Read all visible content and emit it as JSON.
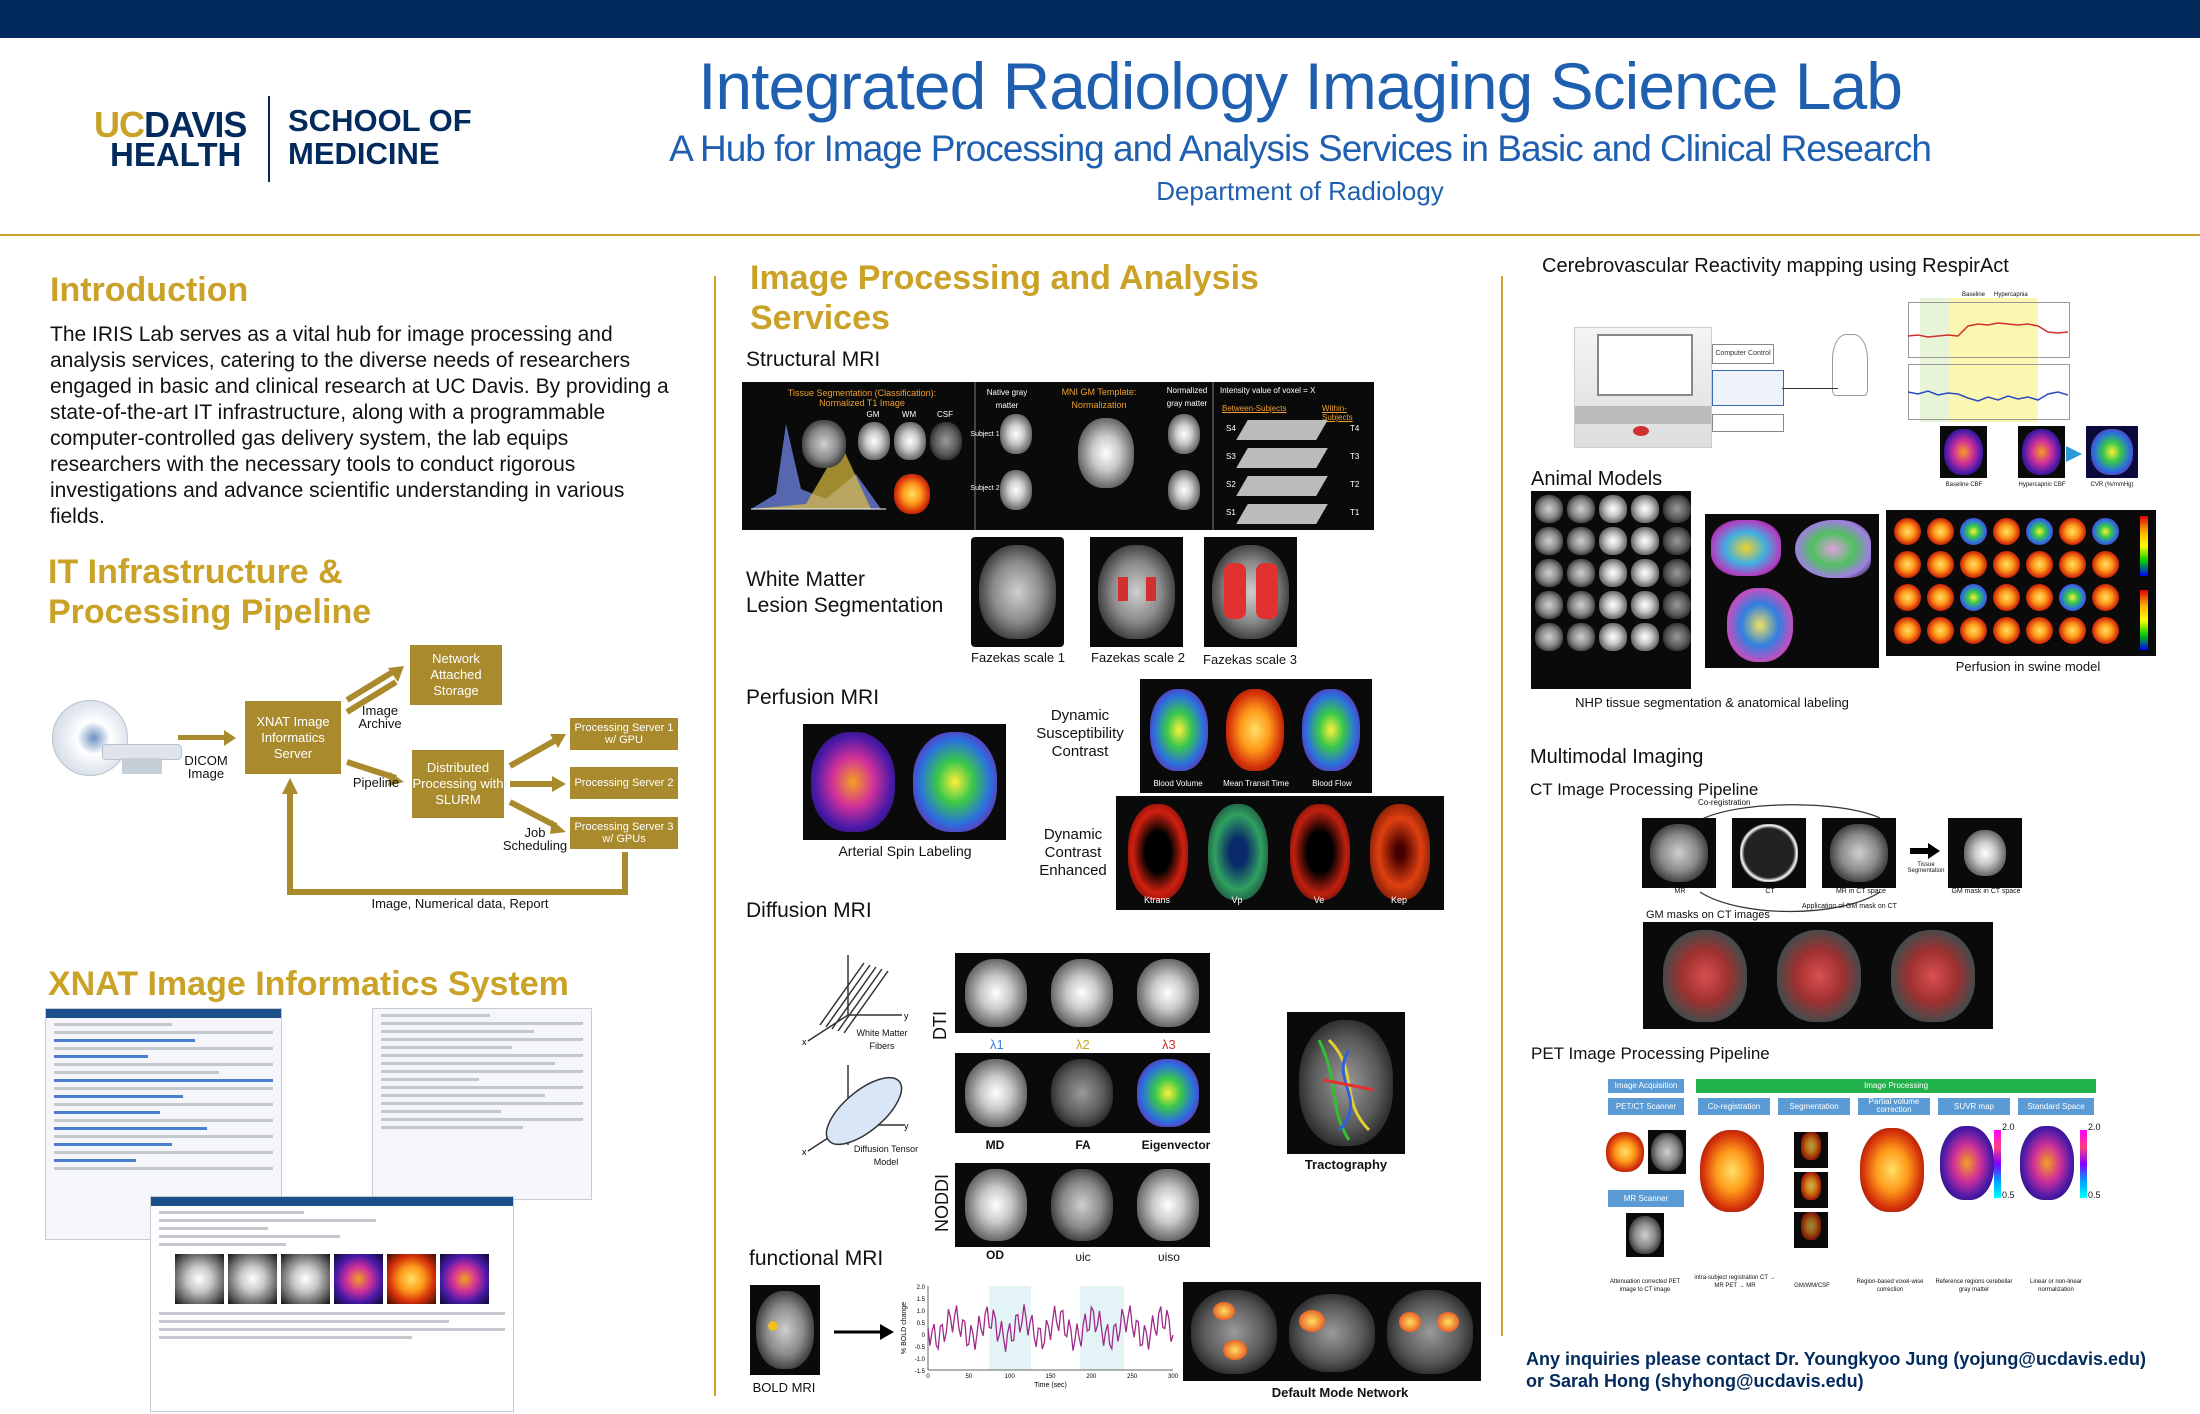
{
  "header": {
    "title": "Integrated Radiology Imaging Science Lab",
    "subtitle": "A Hub for Image Processing and Analysis Services in Basic and Clinical Research",
    "department": "Department of Radiology",
    "logo_uc": "UC",
    "logo_davis": "DAVIS",
    "logo_health": "HEALTH",
    "logo_school_1": "SCHOOL OF",
    "logo_school_2": "MEDICINE"
  },
  "intro": {
    "heading": "Introduction",
    "body": "The IRIS Lab serves as a vital hub for image processing and analysis services, catering to the diverse needs of researchers engaged in basic and clinical research at UC Davis. By providing a state-of-the-art IT infrastructure, along with a programmable computer-controlled gas delivery system, the lab equips researchers with the necessary tools to conduct rigorous investigations and advance scientific understanding in various fields."
  },
  "it": {
    "heading_1": "IT Infrastructure &",
    "heading_2": "Processing Pipeline",
    "dicom": "DICOM Image",
    "xnat": "XNAT Image Informatics Server",
    "nas": "Network Attached Storage",
    "image_archive": "Image Archive",
    "pipeline": "Pipeline",
    "slurm": "Distributed Processing with SLURM",
    "server1": "Processing Server 1 w/ GPU",
    "server2": "Processing Server 2",
    "server3": "Processing Server 3 w/ GPUs",
    "job_scheduling": "Job Scheduling",
    "return": "Image, Numerical data, Report"
  },
  "xnat": {
    "heading": "XNAT Image Informatics System"
  },
  "services": {
    "heading_1": "Image Processing and Analysis",
    "heading_2": "Services",
    "structural": {
      "label": "Structural MRI",
      "tissue_title": "Tissue Segmentation (Classification): Normalized T1 Image",
      "native_gm": "Native gray matter",
      "template": "MNI GM Template: Normalization",
      "norm_gm": "Normalized gray matter",
      "intensity": "Intensity value of voxel = X",
      "between": "Between-Subjects",
      "within": "Within-Subjects",
      "subject1": "Subject 1",
      "subject2": "Subject 2",
      "tissues": [
        "GM",
        "WM",
        "CSF"
      ],
      "s_labels": [
        "S4",
        "S3",
        "S2",
        "S1"
      ],
      "t_labels": [
        "T4",
        "T3",
        "T2",
        "T1"
      ]
    },
    "wm": {
      "label_1": "White Matter",
      "label_2": "Lesion Segmentation",
      "scales": [
        "Fazekas scale 1",
        "Fazekas scale 2",
        "Fazekas scale 3"
      ]
    },
    "perfusion": {
      "label": "Perfusion MRI",
      "asl": "Arterial Spin Labeling",
      "dsc": "Dynamic Susceptibility Contrast",
      "dce": "Dynamic Contrast Enhanced",
      "dsc_maps": [
        "Blood Volume",
        "Mean Transit Time",
        "Blood Flow"
      ],
      "dce_maps": [
        "Ktrans",
        "Vp",
        "Ve",
        "Kep"
      ]
    },
    "diffusion": {
      "label": "Diffusion MRI",
      "fibers": "White Matter Fibers",
      "tensor": "Diffusion Tensor Model",
      "dti": "DTI",
      "noddi": "NODDI",
      "lambdas": [
        "λ1",
        "λ2",
        "λ3"
      ],
      "dti_maps": [
        "MD",
        "FA",
        "Eigenvector"
      ],
      "noddi_maps": [
        "OD",
        "υic",
        "υiso"
      ],
      "tractography": "Tractography"
    },
    "fmri": {
      "label": "functional MRI",
      "bold": "BOLD MRI",
      "dmn": "Default Mode Network",
      "ylabel": "% BOLD change",
      "xlabel": "Time (sec)",
      "xticks": [
        "0",
        "50",
        "100",
        "150",
        "200",
        "250",
        "300"
      ],
      "yticks": [
        "2.0",
        "1.5",
        "1.0",
        "0.5",
        "0",
        "-0.5",
        "-1.0",
        "-1.5"
      ]
    }
  },
  "right": {
    "cvr": "Cerebrovascular Reactivity mapping using RespirAct",
    "cvr_baseline": "Baseline",
    "cvr_hyper": "Hypercapnia",
    "cvr_maps": [
      "Baseline CBF",
      "Hypercapnic CBF",
      "CVR (%/mmHg)"
    ],
    "computer": "Computer Control",
    "animal": "Animal Models",
    "nhp": "NHP tissue segmentation & anatomical labeling",
    "swine": "Perfusion in swine model",
    "multimodal": "Multimodal Imaging",
    "ct_pipeline": "CT Image Processing Pipeline",
    "coreg": "Co-registration",
    "ct_labels": [
      "MR",
      "CT",
      "MR in CT space",
      "GM mask in CT space"
    ],
    "tissue_seg": "Tissue Segmentation",
    "app_mask": "Application of GM mask on CT",
    "gm_masks": "GM masks on CT images",
    "pet_pipeline": "PET Image Processing Pipeline",
    "pet_acq": "Image Acquisition",
    "pet_proc": "Image Processing",
    "pet_steps": [
      "PET/CT Scanner",
      "Co-registration",
      "Segmentation",
      "Partial volume correction",
      "SUVR map",
      "Standard Space"
    ],
    "mr_scanner": "MR Scanner",
    "pet_bottom": [
      "Attenuation corrected PET image to CT image",
      "intra-subject registration CT → MR PET → MR",
      "GM/WM/CSF",
      "Region-based voxel-wise correction",
      "Reference regions cerebellar gray matter",
      "Linear or non-linear normalization"
    ],
    "scale_hi": "2.0",
    "scale_lo": "0.5",
    "contact_1": "Any inquiries please contact Dr. Youngkyoo Jung (yojung@ucdavis.edu)",
    "contact_2": "or Sarah Hong (shyhong@ucdavis.edu)"
  },
  "colors": {
    "navy": "#022a5c",
    "gold": "#c9a227",
    "blue_title": "#1f5fb0",
    "box_gold": "#a98a2c",
    "pet_green": "#21b24a",
    "pet_blue": "#5b9bd5"
  }
}
